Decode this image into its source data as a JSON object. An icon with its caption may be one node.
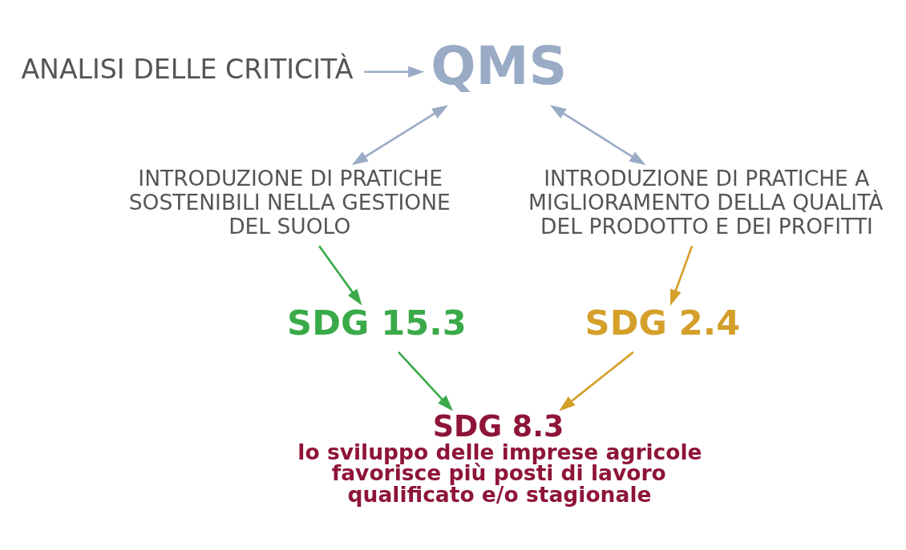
{
  "diagram": {
    "nodes": [
      {
        "text": [
          "ANALISI DELLE CRITICITÀ"
        ]
      },
      {
        "text": [
          "QMS"
        ]
      },
      {
        "text": [
          "INTRODUZIONE DI PRATICHE SOSTENIBILI NELLA GESTIONE DEL SUOLO"
        ]
      },
      {
        "text": [
          "INTRODUZIONE DI PRATICHE A MIGLIORAMENTO DELLA QUALITÀ DEL PRODOTTO E DEI PROFITTI"
        ]
      },
      {
        "text": [
          "SDG 15.3"
        ]
      },
      {
        "text": [
          "SDG 2.4"
        ]
      },
      {
        "text": [
          "SDG 8.3",
          "lo sviluppo delle imprese agricole favorisce più posti di lavoro qualificato e/o stagionale"
        ]
      }
    ],
    "edges": [
      {
        "from": 0,
        "to": 1,
        "arrow": "to"
      },
      {
        "from": 1,
        "to": 2,
        "arrow": "both"
      },
      {
        "from": 1,
        "to": 3,
        "arrow": "both"
      },
      {
        "from": 2,
        "to": 4,
        "arrow": "to",
        "color": "#3aaa49"
      },
      {
        "from": 3,
        "to": 5,
        "arrow": "to",
        "color": "#d4a02a"
      },
      {
        "from": 4,
        "to": 6,
        "arrow": "to",
        "color": "#3aaa49"
      },
      {
        "from": 5,
        "to": 6,
        "arrow": "to",
        "color": "#d4a02a"
      }
    ]
  }
}
